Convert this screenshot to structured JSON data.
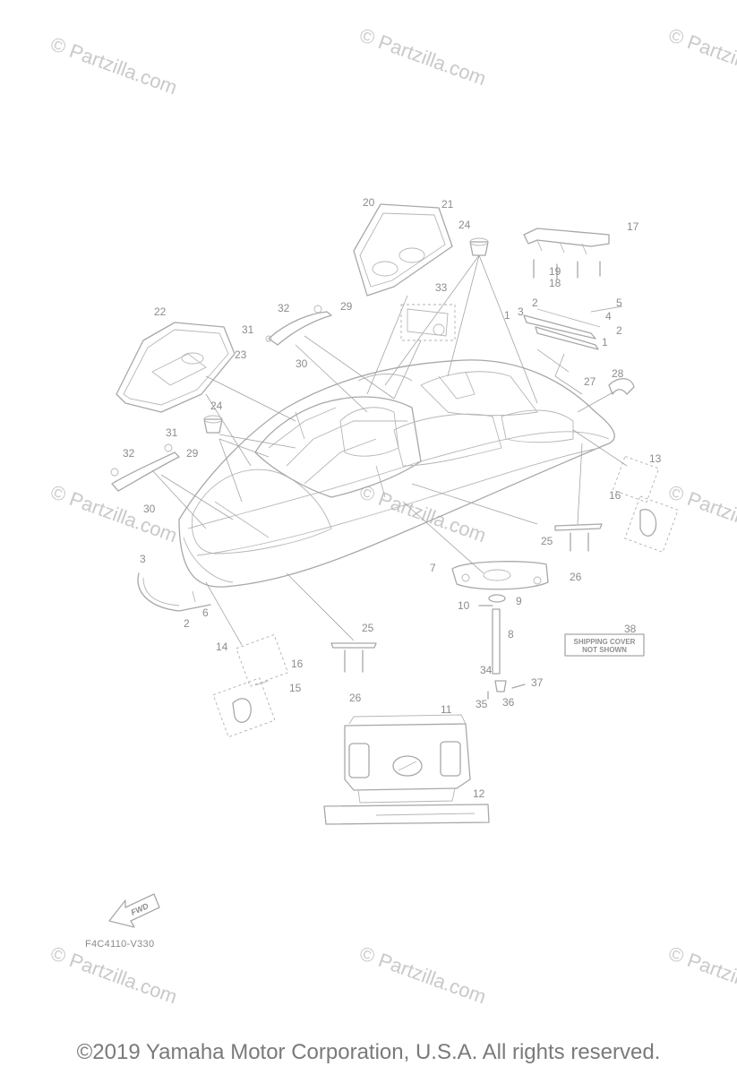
{
  "watermark": "© Partzilla.com",
  "diagram_code": "F4C4110-V330",
  "fwd_label": "FWD",
  "note": {
    "line1": "SHIPPING COVER",
    "line2": "NOT SHOWN",
    "ref": "38"
  },
  "copyright": "©2019  Yamaha Motor Corporation, U.S.A. All rights reserved.",
  "callouts": [
    "1",
    "2",
    "3",
    "4",
    "5",
    "6",
    "7",
    "8",
    "9",
    "10",
    "11",
    "12",
    "13",
    "14",
    "15",
    "16",
    "17",
    "18",
    "19",
    "20",
    "21",
    "22",
    "23",
    "24",
    "25",
    "26",
    "27",
    "28",
    "29",
    "30",
    "31",
    "32",
    "33",
    "34",
    "35",
    "36",
    "37"
  ]
}
